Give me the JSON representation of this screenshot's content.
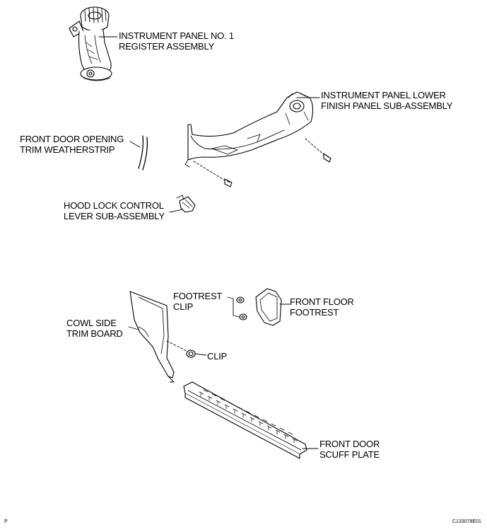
{
  "labels": {
    "register": [
      "INSTRUMENT PANEL NO. 1",
      "REGISTER ASSEMBLY"
    ],
    "lower_finish": [
      "INSTRUMENT PANEL LOWER",
      "FINISH PANEL SUB-ASSEMBLY"
    ],
    "weatherstrip": [
      "FRONT DOOR OPENING",
      "TRIM WEATHERSTRIP"
    ],
    "hood_lock": [
      "HOOD LOCK CONTROL",
      "LEVER SUB-ASSEMBLY"
    ],
    "footrest_clip": [
      "FOOTREST",
      "CLIP"
    ],
    "floor_footrest": [
      "FRONT FLOOR",
      "FOOTREST"
    ],
    "cowl_side": [
      "COWL SIDE",
      "TRIM BOARD"
    ],
    "clip": [
      "CLIP"
    ],
    "scuff_plate": [
      "FRONT DOOR",
      "SCUFF PLATE"
    ]
  },
  "corner_left": "P",
  "figure_id": "C133078E01"
}
